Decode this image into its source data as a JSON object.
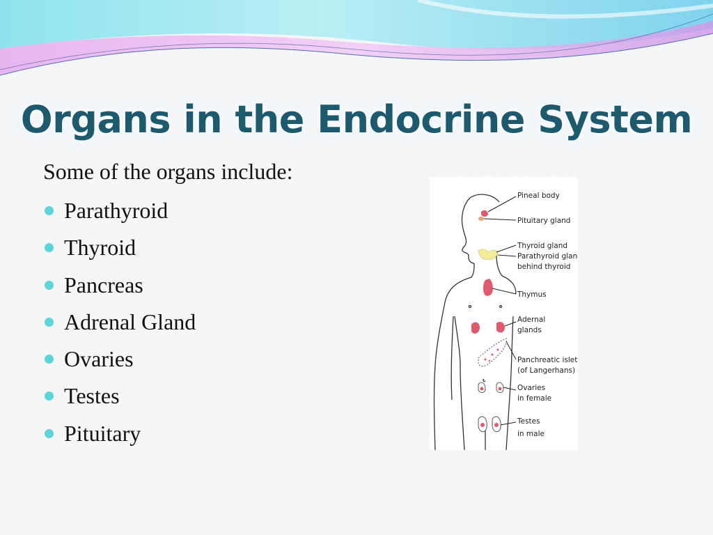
{
  "slide": {
    "title": "Organs in the Endocrine System",
    "intro": "Some of the organs include:",
    "organs": [
      "Parathyroid",
      "Thyroid",
      "Pancreas",
      "Adrenal Gland",
      "Ovaries",
      "Testes",
      "Pituitary"
    ]
  },
  "diagram": {
    "labels": {
      "pineal": "Pineal body",
      "pituitary": "Pituitary gland",
      "thyroid": "Thyroid gland",
      "parathyroid_1": "Parathyroid gland",
      "parathyroid_2": "behind thyroid",
      "thymus": "Thymus",
      "adrenal_1": "Adernal",
      "adrenal_2": "glands",
      "pancreas_1": "Panchreatic islets",
      "pancreas_2": "(of Langerhans)",
      "ovaries_1": "Ovaries",
      "ovaries_2": "in female",
      "testes_1": "Testes",
      "testes_2": "in male"
    }
  },
  "colors": {
    "title": "#1e5a6e",
    "bullet": "#5cd6d8",
    "organ": "#e05a6e",
    "gland_yellow": "#f4ea9a"
  }
}
